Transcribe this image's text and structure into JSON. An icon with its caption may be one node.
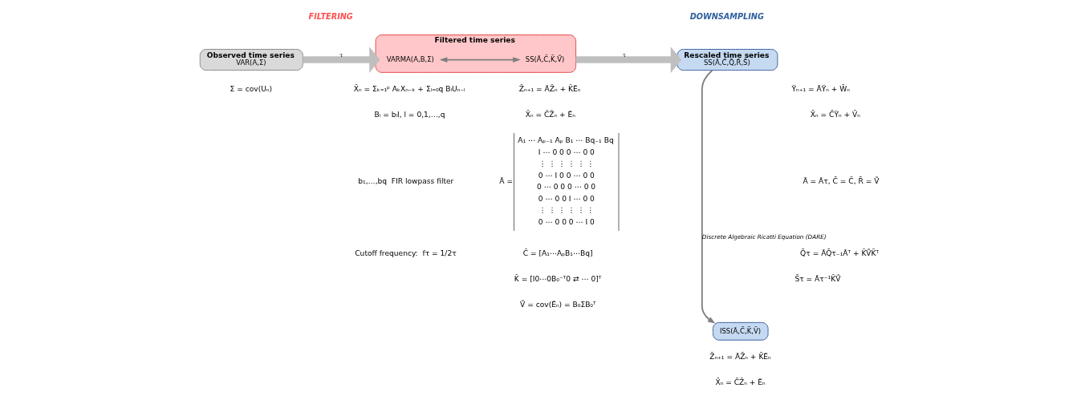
{
  "diagram": {
    "nodes": [
      {
        "text": [
          "Observed time series",
          "VAR(A,Σ)"
        ]
      },
      {
        "text": [
          "Filtered time series"
        ]
      },
      {
        "text": [
          "VARMA(A,B,Σ)"
        ],
        "in": 1
      },
      {
        "text": [
          "SS(Ã,C̃,K̃,Ṽ)"
        ],
        "in": 1
      },
      {
        "text": [
          "Rescaled time series",
          "SS(Ā,C̄,Q̄,R̄,S̄)"
        ]
      },
      {
        "text": [
          "ISS(Ā,C̄,K̄,V̄)"
        ]
      }
    ],
    "edges": [
      {
        "from": 0,
        "to": 1,
        "arrow": "to",
        "label": "τ",
        "style": "thick",
        "color": "#bfbfbf"
      },
      {
        "from": 2,
        "to": 3,
        "arrow": "both"
      },
      {
        "from": 1,
        "to": 4,
        "arrow": "to",
        "label": "τ",
        "style": "thick",
        "color": "#bfbfbf"
      },
      {
        "from": 4,
        "to": 5,
        "arrow": "to",
        "label": "Discrete Algebraic Ricatti Equation (DARE)"
      }
    ],
    "labels": [
      "FILTERING",
      "DOWNSAMPLING",
      "Σ = cov(Uₙ)",
      "X̃ₙ = Σₖ₌₁ᵖ AₖXₙ₋ₖ + Σₗ₌₀q BₗUₙ₋ₗ",
      "Bₗ = bₗI, l = 0,1,…,q",
      "b₁,…,bq  FIR lowpass filter",
      "Cutoff frequency:  fτ = 1/2τ",
      "Z̃ₙ₊₁ = ÃZ̃ₙ + K̃Ẽₙ",
      "X̃ₙ = C̃Z̃ₙ + Ẽₙ",
      "Ã =",
      "A₁ ⋯ Aₚ₋₁ Aₚ B₁ ⋯ Bq₋₁ Bq",
      "I ⋯ 0 0 0 ⋯ 0 0",
      "⋮ ⋮ ⋮ ⋮ ⋮ ⋮",
      "0 ⋯ I 0 0 ⋯ 0 0",
      "0 ⋯ 0 0 0 ⋯ 0 0",
      "0 ⋯ 0 0 I ⋯ 0 0",
      "⋮ ⋮ ⋮ ⋮ ⋮ ⋮",
      "0 ⋯ 0 0 0 ⋯ I 0",
      "C̃ = [A₁⋯AₚB₁⋯Bq]",
      "K̃ = [I0⋯0B₀⁻ᵀ0 ⇄ ⋯ 0]ᵀ",
      "Ṽ = cov(Ẽₙ) = B₀ΣB₀ᵀ",
      "Ȳₙ₊₁ = ĀȲₙ + W̄ₙ",
      "X̄ₙ = C̄Ȳₙ + V̄ₙ",
      "Ā = Ãτ, C̄ = C̃, R̄ = Ṽ",
      "Q̄τ = ÃQ̄τ₋₁Ãᵀ + K̃ṼK̃ᵀ",
      "S̄τ = Ãτ⁻¹K̃Ṽ",
      "Z̄ₙ₊₁ = ĀZ̄ₙ + K̄Ēₙ",
      "X̄ₙ = C̄Z̄ₙ + Ēₙ"
    ]
  }
}
